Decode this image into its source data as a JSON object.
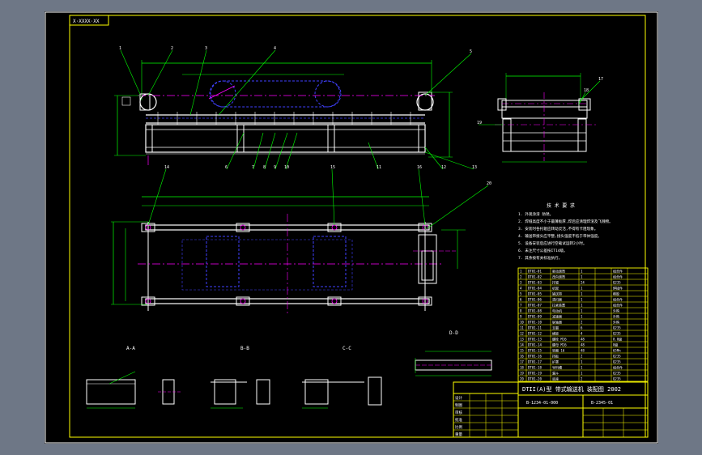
{
  "window": {
    "background": "#6e7786",
    "canvas_background": "#000000"
  },
  "colors": {
    "frame": "#ffffff",
    "border": "#ffff00",
    "geometry": "#ffffff",
    "center": "#ff00ff",
    "hidden": "#4040ff",
    "dimension": "#00ff00",
    "leader": "#00ff00",
    "table": "#ffff00",
    "table_text": "#ff00ff"
  },
  "drawing": {
    "title_tab": "X·XXXX·XX",
    "title_block_main": "DTII(A)型 带式输送机 装配图 2002",
    "drawing_number": "B-1234-01-000",
    "sheet_code": "B-2345-01",
    "section_labels": [
      "A-A",
      "B-B",
      "C-C",
      "D-D"
    ],
    "title_block_names": [
      "设计",
      "制图",
      "审核",
      "批准",
      "比例",
      "重量"
    ]
  },
  "notes": {
    "heading": "技 术 要 求",
    "lines": [
      "1. 外观涂漆 防锈。",
      "2. 焊缝高度不小于最薄板厚,焊后应清理焊渣及飞溅物。",
      "3. 安装时各托辊应转动灵活,不得有卡阻现象。",
      "4. 输送带接头应平整,接头强度不低于带体强度。",
      "5. 设备安装后应进行空载试运转2小时。",
      "6. 未注尺寸公差按IT14级。",
      "7. 其余按有关标准执行。"
    ]
  },
  "parts_table": {
    "rows": [
      [
        "1",
        "DT01-01",
        "驱动滚筒",
        "1",
        "组合件"
      ],
      [
        "2",
        "DT01-02",
        "改向滚筒",
        "1",
        "组合件"
      ],
      [
        "3",
        "DT01-03",
        "托辊",
        "24",
        "Q235"
      ],
      [
        "4",
        "DT01-04",
        "机架",
        "1",
        "焊接件"
      ],
      [
        "5",
        "DT01-05",
        "输送带",
        "1",
        "橡胶"
      ],
      [
        "6",
        "DT01-06",
        "清扫器",
        "1",
        "组合件"
      ],
      [
        "7",
        "DT01-07",
        "拉紧装置",
        "1",
        "组合件"
      ],
      [
        "8",
        "DT01-08",
        "电动机",
        "1",
        "外购"
      ],
      [
        "9",
        "DT01-09",
        "减速器",
        "1",
        "外购"
      ],
      [
        "10",
        "DT01-10",
        "联轴器",
        "2",
        "外购"
      ],
      [
        "11",
        "DT01-11",
        "支腿",
        "6",
        "Q235"
      ],
      [
        "12",
        "DT01-12",
        "横梁",
        "4",
        "Q235"
      ],
      [
        "13",
        "DT01-13",
        "螺栓 M16",
        "48",
        "8.8级"
      ],
      [
        "14",
        "DT01-14",
        "螺母 M16",
        "48",
        "8级"
      ],
      [
        "15",
        "DT01-15",
        "垫圈 16",
        "48",
        "65Mn"
      ],
      [
        "16",
        "DT01-16",
        "挡板",
        "2",
        "Q235"
      ],
      [
        "17",
        "DT01-17",
        "护罩",
        "1",
        "Q235"
      ],
      [
        "18",
        "DT01-18",
        "导料槽",
        "1",
        "组合件"
      ],
      [
        "19",
        "DT01-19",
        "漏斗",
        "1",
        "Q235"
      ],
      [
        "20",
        "DT01-20",
        "底座",
        "2",
        "Q235"
      ]
    ]
  },
  "balloons": [
    "1",
    "2",
    "3",
    "4",
    "5",
    "6",
    "7",
    "8",
    "9",
    "10",
    "11",
    "12",
    "13",
    "14",
    "15",
    "16",
    "17",
    "18",
    "19",
    "20"
  ]
}
